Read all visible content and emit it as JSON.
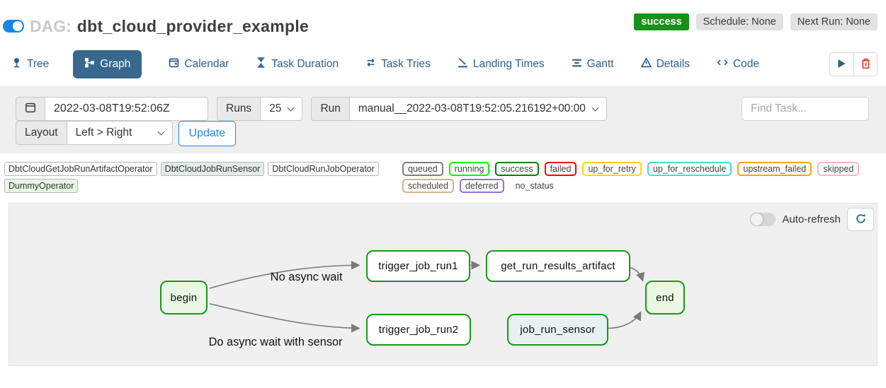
{
  "header": {
    "dag_label": "DAG:",
    "dag_name": "dbt_cloud_provider_example",
    "status_badge": "success",
    "schedule_badge": "Schedule: None",
    "next_run_badge": "Next Run: None",
    "colors": {
      "status_badge_bg": "#199019",
      "dag_toggle_on": "#1287e8"
    }
  },
  "tabs": [
    {
      "label": "Tree",
      "icon": "tree-icon",
      "active": false
    },
    {
      "label": "Graph",
      "icon": "graph-icon",
      "active": true
    },
    {
      "label": "Calendar",
      "icon": "calendar-icon",
      "active": false
    },
    {
      "label": "Task Duration",
      "icon": "hourglass-icon",
      "active": false
    },
    {
      "label": "Task Tries",
      "icon": "repeat-icon",
      "active": false
    },
    {
      "label": "Landing Times",
      "icon": "plane-landing-icon",
      "active": false
    },
    {
      "label": "Gantt",
      "icon": "gantt-icon",
      "active": false
    },
    {
      "label": "Details",
      "icon": "warning-triangle-icon",
      "active": false
    },
    {
      "label": "Code",
      "icon": "code-icon",
      "active": false
    }
  ],
  "toolbar": {
    "play_icon": "play-icon",
    "delete_icon": "trash-icon"
  },
  "filters": {
    "calendar_icon": "calendar-icon",
    "date_value": "2022-03-08T19:52:06Z",
    "runs_label": "Runs",
    "runs_value": "25",
    "run_label": "Run",
    "run_value": "manual__2022-03-08T19:52:05.216192+00:00",
    "find_task_placeholder": "Find Task...",
    "layout_label": "Layout",
    "layout_value": "Left > Right",
    "update_label": "Update"
  },
  "legend": {
    "operators": [
      {
        "label": "DbtCloudGetJobRunArtifactOperator",
        "fill": "#ffffff"
      },
      {
        "label": "DbtCloudJobRunSensor",
        "fill": "#e2ece9"
      },
      {
        "label": "DbtCloudRunJobOperator",
        "fill": "#ffffff"
      },
      {
        "label": "DummyOperator",
        "fill": "#e8f7e4"
      }
    ],
    "statuses": [
      {
        "label": "queued",
        "color": "#808080"
      },
      {
        "label": "running",
        "color": "#00ff00"
      },
      {
        "label": "success",
        "color": "#008000"
      },
      {
        "label": "failed",
        "color": "#ff0000"
      },
      {
        "label": "up_for_retry",
        "color": "#ffd700"
      },
      {
        "label": "up_for_reschedule",
        "color": "#40e0d0"
      },
      {
        "label": "upstream_failed",
        "color": "#ffa500"
      },
      {
        "label": "skipped",
        "color": "#ffb6c1"
      },
      {
        "label": "scheduled",
        "color": "#d2b48c"
      },
      {
        "label": "deferred",
        "color": "#9370db"
      },
      {
        "label": "no_status",
        "color": "transparent"
      }
    ]
  },
  "graph": {
    "auto_refresh_label": "Auto-refresh",
    "refresh_icon": "refresh-icon",
    "node_border_color": "#189818",
    "edge_color": "#7a7a7a",
    "nodes": [
      {
        "id": "begin",
        "label": "begin",
        "fill": "#e9f7e4"
      },
      {
        "id": "trigger_job_run1",
        "label": "trigger_job_run1",
        "fill": "#ffffff"
      },
      {
        "id": "get_run_results_artifact",
        "label": "get_run_results_artifact",
        "fill": "#ffffff"
      },
      {
        "id": "trigger_job_run2",
        "label": "trigger_job_run2",
        "fill": "#ffffff"
      },
      {
        "id": "job_run_sensor",
        "label": "job_run_sensor",
        "fill": "#e7f2f0"
      },
      {
        "id": "end",
        "label": "end",
        "fill": "#e9f7e4"
      }
    ],
    "edges": [
      {
        "from": "begin",
        "to": "trigger_job_run1",
        "label": "No async wait"
      },
      {
        "from": "begin",
        "to": "trigger_job_run2",
        "label": "Do async wait with sensor"
      },
      {
        "from": "trigger_job_run1",
        "to": "get_run_results_artifact",
        "label": ""
      },
      {
        "from": "get_run_results_artifact",
        "to": "end",
        "label": ""
      },
      {
        "from": "job_run_sensor",
        "to": "end",
        "label": ""
      }
    ],
    "edge_labels": [
      {
        "text": "No async wait"
      },
      {
        "text": "Do async wait with sensor"
      }
    ]
  }
}
